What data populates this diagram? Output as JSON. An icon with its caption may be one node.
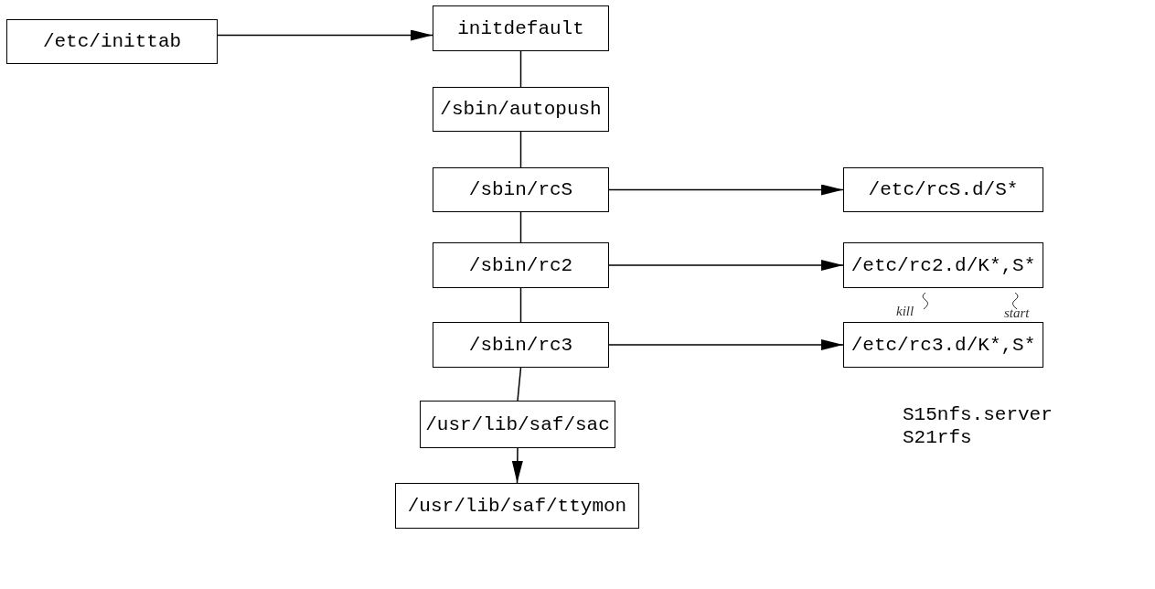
{
  "diagram": {
    "nodes": [
      {
        "text": [
          "/etc/inittab"
        ]
      },
      {
        "text": [
          "initdefault"
        ]
      },
      {
        "text": [
          "/sbin/autopush"
        ]
      },
      {
        "text": [
          "/sbin/rcS"
        ]
      },
      {
        "text": [
          "/etc/rcS.d/S*"
        ]
      },
      {
        "text": [
          "/sbin/rc2"
        ]
      },
      {
        "text": [
          "/etc/rc2.d/K*,S*"
        ]
      },
      {
        "text": [
          "/sbin/rc3"
        ]
      },
      {
        "text": [
          "/etc/rc3.d/K*,S*"
        ]
      },
      {
        "text": [
          "/usr/lib/saf/sac"
        ]
      },
      {
        "text": [
          "/usr/lib/saf/ttymon"
        ]
      }
    ],
    "edges": [
      {
        "from": 0,
        "to": 1,
        "arrow": "to"
      },
      {
        "from": 1,
        "to": 2,
        "arrow": "none"
      },
      {
        "from": 2,
        "to": 3,
        "arrow": "none"
      },
      {
        "from": 3,
        "to": 5,
        "arrow": "none"
      },
      {
        "from": 5,
        "to": 7,
        "arrow": "none"
      },
      {
        "from": 7,
        "to": 9,
        "arrow": "none"
      },
      {
        "from": 9,
        "to": 10,
        "arrow": "to"
      },
      {
        "from": 3,
        "to": 4,
        "arrow": "to"
      },
      {
        "from": 5,
        "to": 6,
        "arrow": "to"
      },
      {
        "from": 7,
        "to": 8,
        "arrow": "to"
      }
    ],
    "labels": [
      "kill",
      "start",
      "S15nfs.server",
      "S21rfs"
    ]
  }
}
